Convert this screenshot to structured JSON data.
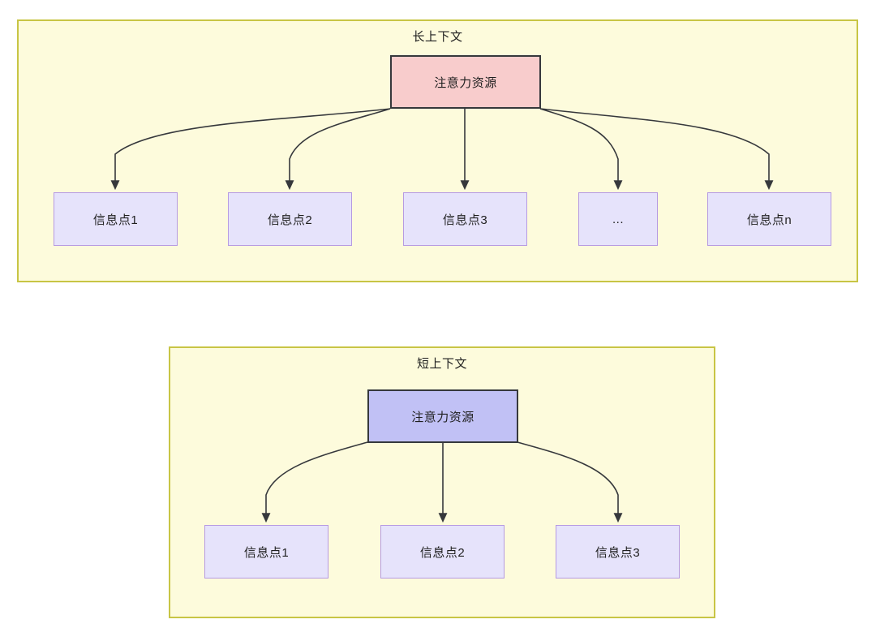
{
  "diagram": {
    "type": "flow-diagram",
    "title_text_color": "#1f1f1f",
    "colors": {
      "frame_fill": "#fdfbdc",
      "frame_border": "#c8c545",
      "attention_long_fill": "#f8cccc",
      "attention_short_fill": "#c1c1f5",
      "attention_border": "#36383c",
      "info_fill": "#e6e3fb",
      "info_border": "#b69ae2",
      "edge_stroke": "#36383c"
    },
    "groups": [
      {
        "id": "long-context",
        "title": "长上下文",
        "root": {
          "id": "attention-long",
          "label": "注意力资源"
        },
        "children": [
          {
            "id": "info-long-1",
            "label": "信息点1"
          },
          {
            "id": "info-long-2",
            "label": "信息点2"
          },
          {
            "id": "info-long-3",
            "label": "信息点3"
          },
          {
            "id": "info-long-ellipsis",
            "label": "..."
          },
          {
            "id": "info-long-n",
            "label": "信息点n"
          }
        ]
      },
      {
        "id": "short-context",
        "title": "短上下文",
        "root": {
          "id": "attention-short",
          "label": "注意力资源"
        },
        "children": [
          {
            "id": "info-short-1",
            "label": "信息点1"
          },
          {
            "id": "info-short-2",
            "label": "信息点2"
          },
          {
            "id": "info-short-3",
            "label": "信息点3"
          }
        ]
      }
    ]
  }
}
